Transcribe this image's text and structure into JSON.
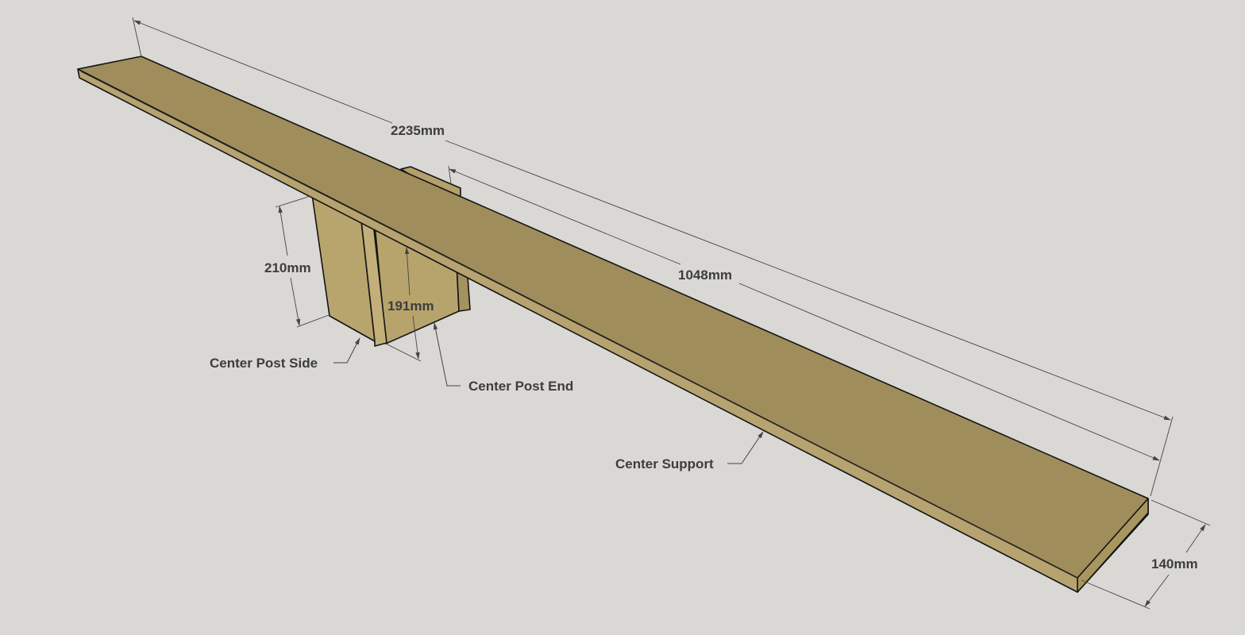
{
  "colors": {
    "background": "#d9d8d4",
    "board_top": "#9f8d5c",
    "board_side": "#b9a672",
    "board_edge_dark": "#8e7c4e",
    "post_face": "#b8a56e",
    "post_inner": "#a99862",
    "line": "#141414",
    "annotation": "#3d3d3d"
  },
  "dimensions": {
    "overall_length": "2235mm",
    "half_length": "1048mm",
    "board_width": "140mm",
    "post_height_outer": "210mm",
    "post_height_inner": "191mm"
  },
  "labels": {
    "center_post_side": "Center Post Side",
    "center_post_end": "Center Post End",
    "center_support": "Center Support"
  }
}
